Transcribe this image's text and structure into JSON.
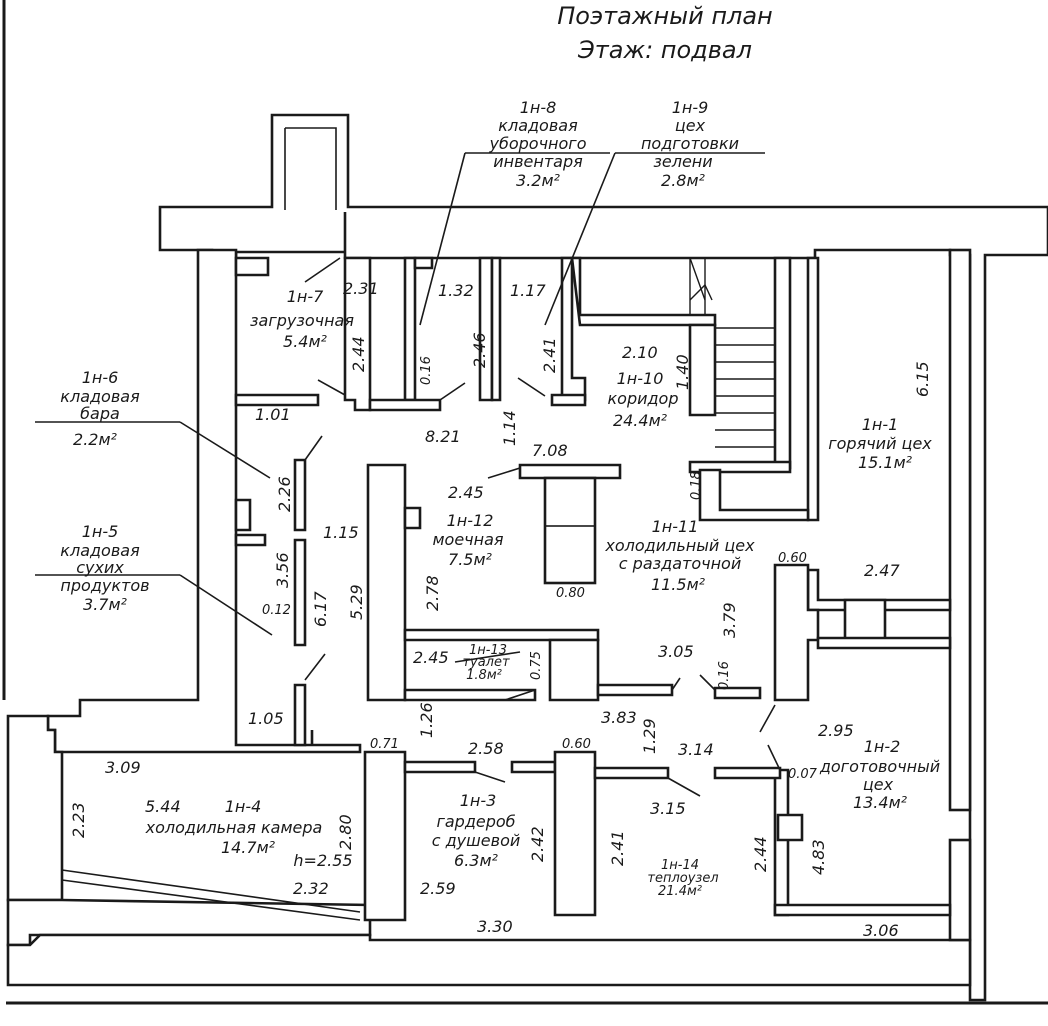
{
  "header": {
    "title": "Поэтажный план",
    "floor": "Этаж: подвал"
  },
  "rooms": {
    "r1": {
      "num": "1н-1",
      "name": "горячий цех",
      "area": "15.1м²"
    },
    "r2": {
      "num": "1н-2",
      "name1": "доготовочный",
      "name2": "цех",
      "area": "13.4м²"
    },
    "r3": {
      "num": "1н-3",
      "name1": "гардероб",
      "name2": "с душевой",
      "area": "6.3м²"
    },
    "r4": {
      "num": "1н-4",
      "name": "холодильная камера",
      "area": "14.7м²",
      "height": "h=2.55"
    },
    "r5": {
      "num": "1н-5",
      "name1": "кладовая",
      "name2": "сухих",
      "name3": "продуктов",
      "area": "3.7м²"
    },
    "r6": {
      "num": "1н-6",
      "name1": "кладовая",
      "name2": "бара",
      "area": "2.2м²"
    },
    "r7": {
      "num": "1н-7",
      "name": "загрузочная",
      "area": "5.4м²"
    },
    "r8": {
      "num": "1н-8",
      "name1": "кладовая",
      "name2": "уборочного",
      "name3": "инвентаря",
      "area": "3.2м²"
    },
    "r9": {
      "num": "1н-9",
      "name1": "цех",
      "name2": "подготовки",
      "name3": "зелени",
      "area": "2.8м²"
    },
    "r10": {
      "num": "1н-10",
      "name": "коридор",
      "area": "24.4м²"
    },
    "r11": {
      "num": "1н-11",
      "name1": "холодильный цех",
      "name2": "с раздаточной",
      "area": "11.5м²"
    },
    "r12": {
      "num": "1н-12",
      "name": "моечная",
      "area": "7.5м²"
    },
    "r13": {
      "num": "1н-13",
      "name": "туалет",
      "area": "1.8м²"
    },
    "r14": {
      "num": "1н-14",
      "name": "теплоузел",
      "area": "21.4м²"
    }
  },
  "dims": {
    "d_2_31": "2.31",
    "d_2_44a": "2.44",
    "d_1_32": "1.32",
    "d_0_16a": "0.16",
    "d_2_46": "2.46",
    "d_1_17": "1.17",
    "d_2_41a": "2.41",
    "d_2_10": "2.10",
    "d_1_40": "1.40",
    "d_6_15": "6.15",
    "d_1_01": "1.01",
    "d_8_21": "8.21",
    "d_1_14": "1.14",
    "d_7_08": "7.08",
    "d_2_26": "2.26",
    "d_2_45a": "2.45",
    "d_0_18": "0.18",
    "d_1_15": "1.15",
    "d_3_56": "3.56",
    "d_0_12": "0.12",
    "d_6_17": "6.17",
    "d_5_29": "5.29",
    "d_2_78": "2.78",
    "d_0_80": "0.80",
    "d_0_60a": "0.60",
    "d_2_47": "2.47",
    "d_3_79": "3.79",
    "d_2_45b": "2.45",
    "d_0_75": "0.75",
    "d_3_05": "3.05",
    "d_0_16b": "0.16",
    "d_1_05": "1.05",
    "d_1_26": "1.26",
    "d_3_83": "3.83",
    "d_1_29": "1.29",
    "d_2_95": "2.95",
    "d_0_71": "0.71",
    "d_2_58": "2.58",
    "d_0_60b": "0.60",
    "d_3_14": "3.14",
    "d_0_07": "0.07",
    "d_3_09": "3.09",
    "d_2_23": "2.23",
    "d_5_44": "5.44",
    "d_2_80": "2.80",
    "d_3_15": "3.15",
    "d_2_42": "2.42",
    "d_2_41b": "2.41",
    "d_2_44b": "2.44",
    "d_4_83": "4.83",
    "d_2_32": "2.32",
    "d_2_59": "2.59",
    "d_3_30": "3.30",
    "d_3_06": "3.06"
  }
}
